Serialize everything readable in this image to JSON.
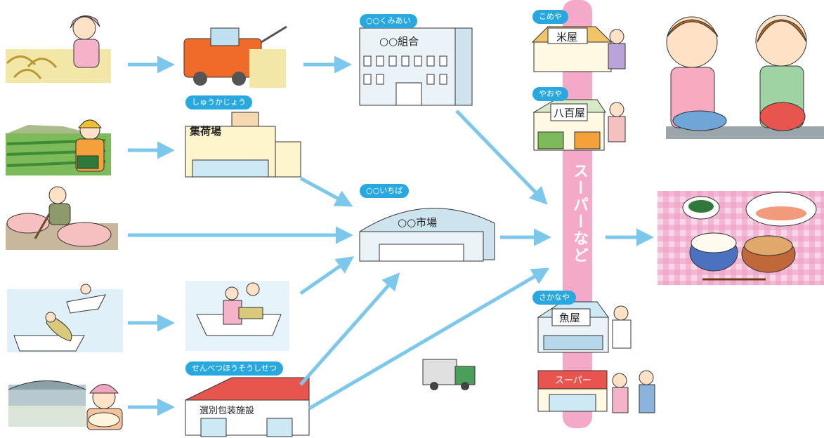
{
  "diagram": {
    "steps": {
      "kumiai": {
        "label": "○○くみあい",
        "building": "○○組合"
      },
      "shukajo": {
        "label": "しゅうかじょう",
        "building": "集荷場"
      },
      "ichiba": {
        "label": "○○いちば",
        "building": "○○市場"
      },
      "senbetsu": {
        "label": "せんべつほうそうしせつ",
        "building": "選別包装施設"
      }
    },
    "shops": {
      "komeya": {
        "label": "こめや",
        "sign": "米屋"
      },
      "yaoya": {
        "label": "やおや",
        "sign": "八百屋"
      },
      "sakanaya": {
        "label": "さかなや",
        "sign": "魚屋"
      },
      "supermarket_sign": "スーパー"
    },
    "column_label": "スーパーなど"
  },
  "colors": {
    "arrow": "#7cc8ec",
    "pill": "#29a8e0",
    "column": "#f5a9c8",
    "building_wall": "#eaf3f7",
    "roof_red": "#e8554e",
    "sky_window": "#cde9f6"
  }
}
